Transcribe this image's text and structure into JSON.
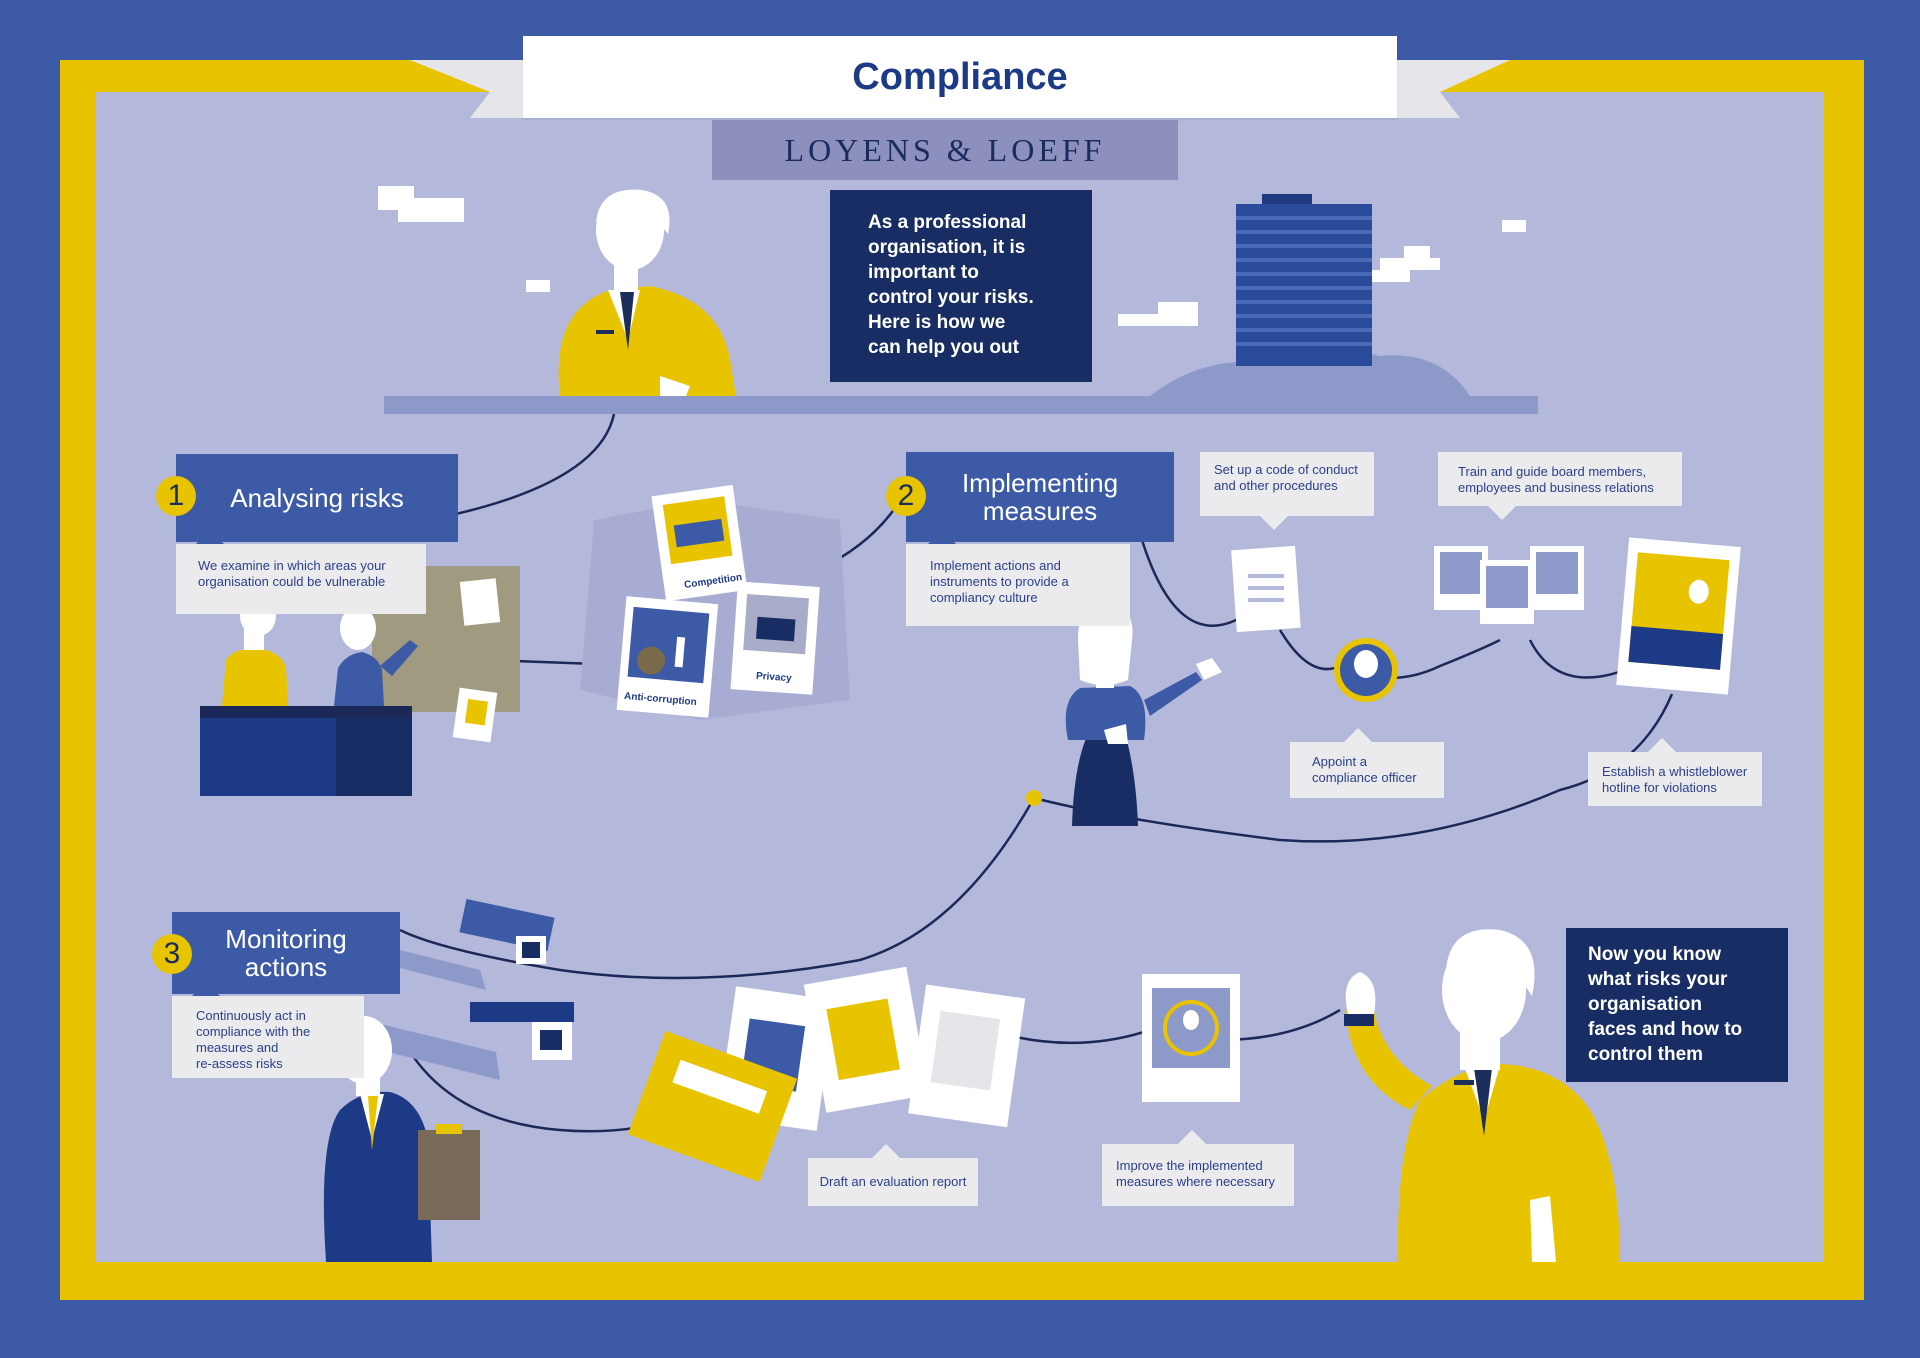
{
  "header": {
    "title": "Compliance",
    "brand": "LOYENS & LOEFF"
  },
  "intro": {
    "text": "As a professional\norganisation, it is\nimportant to\ncontrol your risks.\nHere is how we\ncan help you out"
  },
  "outro": {
    "text": "Now you know\nwhat risks your\norganisation\nfaces and how to\ncontrol them"
  },
  "steps": [
    {
      "number": "1",
      "title": "Analysing risks",
      "description": "We examine in which areas your\norganisation could be vulnerable",
      "cards": [
        "Competition",
        "Anti-corruption",
        "Privacy"
      ]
    },
    {
      "number": "2",
      "title": "Implementing\nmeasures",
      "description": "Implement actions and\ninstruments to provide a\ncompliancy culture",
      "callouts": [
        "Set up a code of conduct\nand other procedures",
        "Train and guide board members,\nemployees and business relations",
        "Appoint a\ncompliance officer",
        "Establish a whistleblower\nhotline for violations"
      ]
    },
    {
      "number": "3",
      "title": "Monitoring\nactions",
      "description": "Continuously act in\ncompliance with the\nmeasures and\nre-assess risks",
      "callouts": [
        "Draft an evaluation report",
        "Improve the implemented\nmeasures where necessary"
      ]
    }
  ],
  "colors": {
    "page_border": "#3c5aa6",
    "frame_yellow": "#e8c400",
    "background_lavender": "#b4b9dc",
    "navy": "#182d63",
    "step_blue": "#3c5aa6",
    "callout_grey": "#ebebed"
  }
}
